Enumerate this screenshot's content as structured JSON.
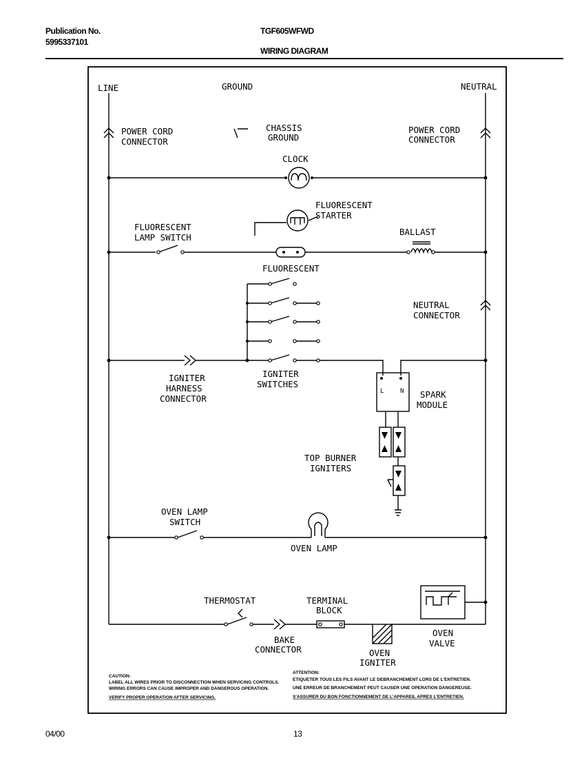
{
  "header": {
    "pub_label": "Publication No.",
    "pub_number": "5995337101",
    "model": "TGF605WFWD",
    "doc_title": "WIRING DIAGRAM"
  },
  "footer": {
    "date": "04/00",
    "page": "13"
  },
  "labels": {
    "line": "LINE",
    "ground": "GROUND",
    "neutral": "NEUTRAL",
    "power_cord_left_1": "POWER CORD",
    "power_cord_left_2": "CONNECTOR",
    "chassis_1": "CHASSIS",
    "chassis_2": "GROUND",
    "power_cord_right_1": "POWER CORD",
    "power_cord_right_2": "CONNECTOR",
    "clock": "CLOCK",
    "fluor_starter_1": "FLUORESCENT",
    "fluor_starter_2": "STARTER",
    "fluor_switch_1": "FLUORESCENT",
    "fluor_switch_2": "LAMP SWITCH",
    "ballast": "BALLAST",
    "fluorescent": "FLUORESCENT",
    "neutral_conn_1": "NEUTRAL",
    "neutral_conn_2": "CONNECTOR",
    "igniter_harness_1": "IGNITER",
    "igniter_harness_2": "HARNESS",
    "igniter_harness_3": "CONNECTOR",
    "igniter_switches_1": "IGNITER",
    "igniter_switches_2": "SWITCHES",
    "spark_module_1": "SPARK",
    "spark_module_2": "MODULE",
    "spark_L": "L",
    "spark_N": "N",
    "top_burner_1": "TOP BURNER",
    "top_burner_2": "IGNITERS",
    "oven_lamp_switch_1": "OVEN LAMP",
    "oven_lamp_switch_2": "SWITCH",
    "oven_lamp": "OVEN LAMP",
    "thermostat": "THERMOSTAT",
    "terminal_block_1": "TERMINAL",
    "terminal_block_2": "BLOCK",
    "bake_connector_1": "BAKE",
    "bake_connector_2": "CONNECTOR",
    "oven_igniter_1": "OVEN",
    "oven_igniter_2": "IGNITER",
    "oven_valve_1": "OVEN",
    "oven_valve_2": "VALVE"
  },
  "notes": {
    "caution_title": "CAUTION:",
    "caution_1": "LABEL ALL WIRES PRIOR TO DISCONNECTION WHEN SERVICING CONTROLS.",
    "caution_2": "WIRING ERRORS CAN CAUSE IMPROPER AND DANGEROUS OPERATION.",
    "caution_3": "VERIFY PROPER OPERATION AFTER SERVICING.",
    "attention_title": "ATTENTION:",
    "attention_1": "ETIQUETER TOUS LES FILS AVANT LE DEBRANCHEMENT LORS DE L'ENTRETIEN.",
    "attention_2": "UNE ERREUR DE BRANCHEMENT PEUT CAUSER UNE OPERATION DANGEREUSE.",
    "attention_3": "S'ASSURER DU BON FONCTIONNEMENT DE L'APPAREIL APRES L'ENTRETIEN."
  }
}
